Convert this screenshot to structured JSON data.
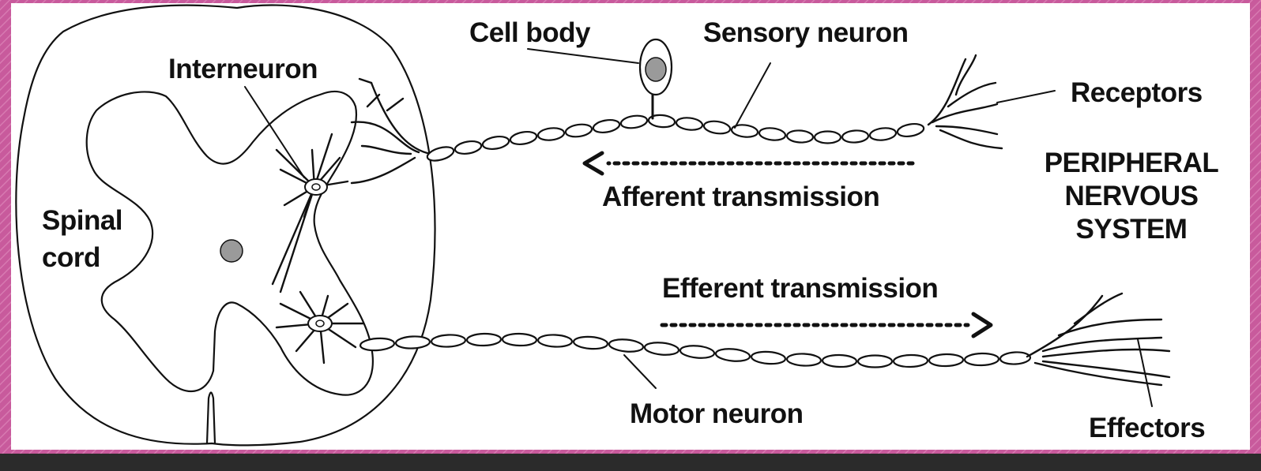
{
  "colors": {
    "frame_dark": "#2b2b2b",
    "frame_pink": "#c85a9c",
    "canvas": "#ffffff",
    "ink": "#111111",
    "nucleus_gray": "#9a9a9a"
  },
  "labels": {
    "cell_body": "Cell body",
    "sensory_neuron": "Sensory neuron",
    "interneuron": "Interneuron",
    "receptors": "Receptors",
    "peripheral_line1": "PERIPHERAL",
    "peripheral_line2": "NERVOUS",
    "peripheral_line3": "SYSTEM",
    "afferent": "Afferent transmission",
    "spinal_line1": "Spinal",
    "spinal_line2": "cord",
    "efferent": "Efferent transmission",
    "motor_neuron": "Motor neuron",
    "effectors": "Effectors"
  }
}
